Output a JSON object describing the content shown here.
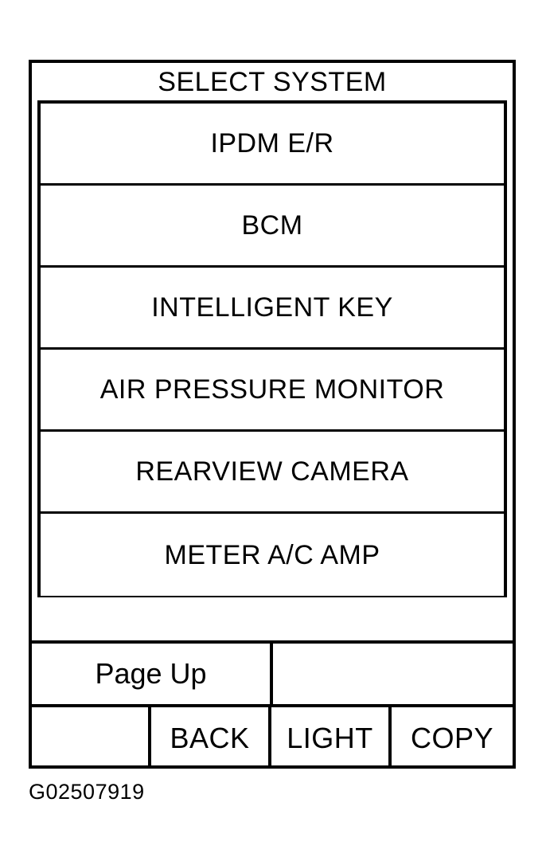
{
  "screen": {
    "title": "SELECT SYSTEM",
    "system_items": [
      {
        "label": "IPDM E/R"
      },
      {
        "label": "BCM"
      },
      {
        "label": "INTELLIGENT KEY"
      },
      {
        "label": "AIR PRESSURE MONITOR"
      },
      {
        "label": "REARVIEW CAMERA"
      },
      {
        "label": "METER A/C AMP"
      }
    ],
    "page_nav": {
      "page_up_label": "Page Up",
      "blank_label": ""
    },
    "function_keys": [
      {
        "label": ""
      },
      {
        "label": "BACK"
      },
      {
        "label": "LIGHT"
      },
      {
        "label": "COPY"
      }
    ]
  },
  "caption": {
    "figure_id": "G02507919"
  },
  "colors": {
    "ink": "#000000",
    "paper": "#ffffff"
  }
}
